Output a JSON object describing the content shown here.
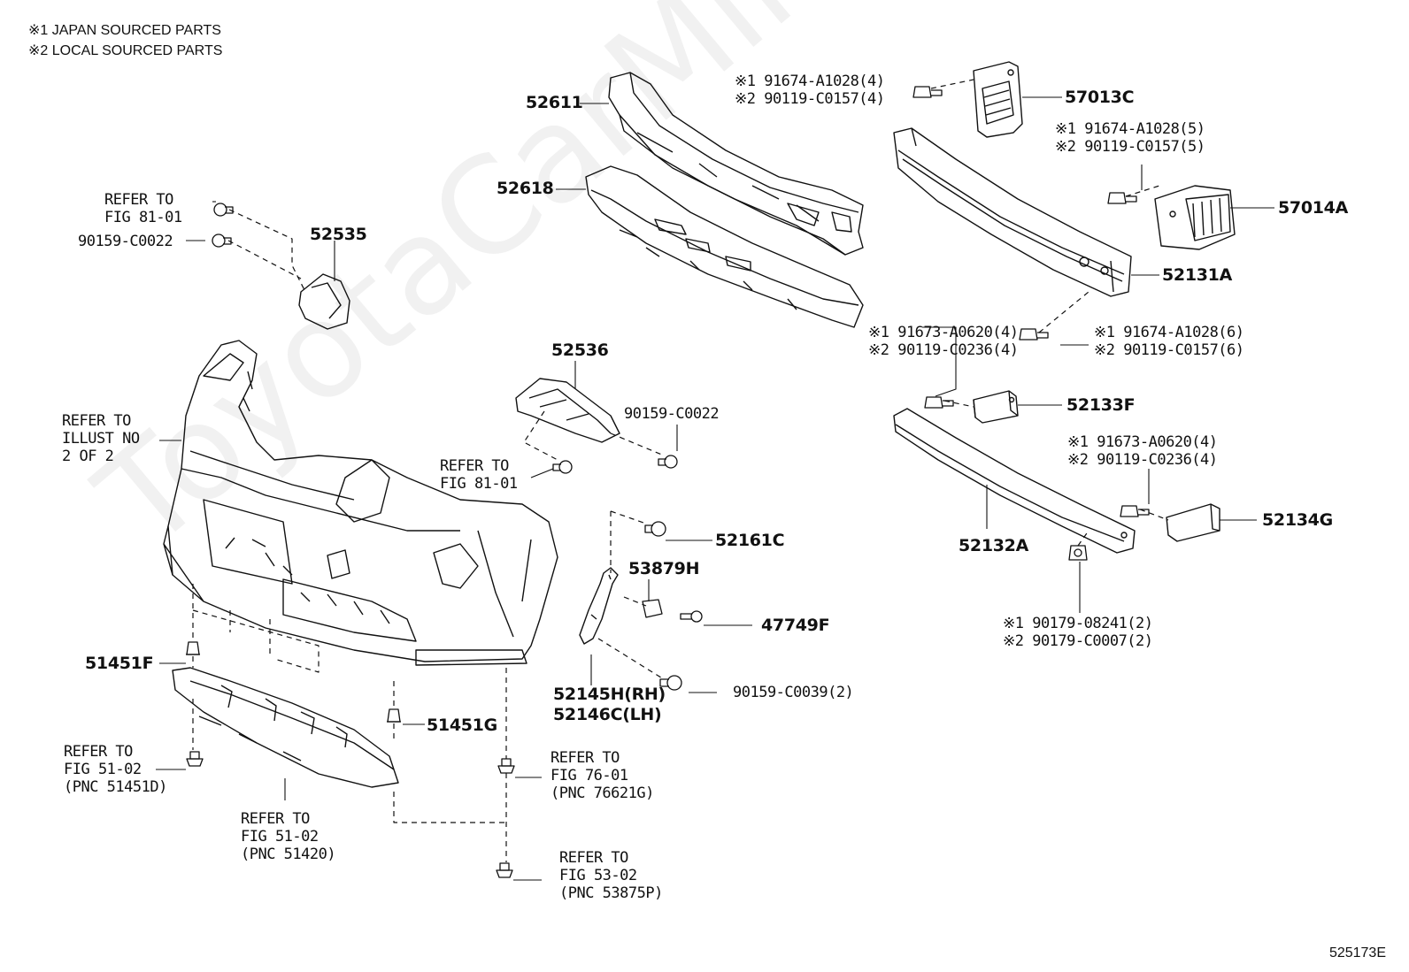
{
  "legend": {
    "line1": "※1 JAPAN SOURCED PARTS",
    "line2": "※2 LOCAL SOURCED PARTS"
  },
  "figure_code": "525173E",
  "watermark": "ToyotaCarMine.ru",
  "labels": {
    "p52611": "52611",
    "p52618": "52618",
    "p57013C": "57013C",
    "p57014A": "57014A",
    "p52131A": "52131A",
    "p52535": "52535",
    "p52536": "52536",
    "p52133F": "52133F",
    "p52134G": "52134G",
    "p52132A": "52132A",
    "p52161C": "52161C",
    "p53879H": "53879H",
    "p47749F": "47749F",
    "p51451F": "51451F",
    "p51451G": "51451G",
    "p52145H": "52145H(RH)",
    "p52146C": "52146C(LH)",
    "bolt_top_1": "※1 91674-A1028(4)",
    "bolt_top_2": "※2 90119-C0157(4)",
    "bolt_57014_1": "※1 91674-A1028(5)",
    "bolt_57014_2": "※2 90119-C0157(5)",
    "bolt_6_1": "※1 91674-A1028(6)",
    "bolt_6_2": "※2 90119-C0157(6)",
    "bolt_0620a_1": "※1 91673-A0620(4)",
    "bolt_0620a_2": "※2 90119-C0236(4)",
    "bolt_0620b_1": "※1 91673-A0620(4)",
    "bolt_0620b_2": "※2 90119-C0236(4)",
    "nut_1": "※1 90179-08241(2)",
    "nut_2": "※2 90179-C0007(2)",
    "screw_0022_a": "90159-C0022",
    "screw_0022_b": "90159-C0022",
    "screw_0039": "90159-C0039(2)",
    "ref_fig8101_a": "REFER TO\nFIG 81-01",
    "ref_fig8101_b": "REFER TO\nFIG 81-01",
    "ref_illust": "REFER TO\nILLUST NO\n2 OF 2",
    "ref_5102_a": "REFER TO\nFIG 51-02\n(PNC 51451D)",
    "ref_5102_b": "REFER TO\nFIG 51-02\n(PNC 51420)",
    "ref_7601": "REFER TO\nFIG 76-01\n(PNC 76621G)",
    "ref_5302": "REFER TO\nFIG 53-02\n(PNC 53875P)"
  }
}
